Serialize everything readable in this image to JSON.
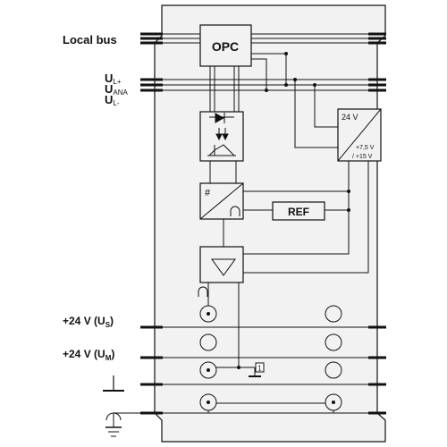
{
  "labels": {
    "local_bus": "Local bus",
    "u": "U",
    "ul_plus_sub": "L+",
    "uana_sub": "ANA",
    "ul_minus_sub": "L-",
    "us_prefix": "+24 V (U",
    "us_sub": "S",
    "us_suffix": ")",
    "um_prefix": "+24 V (U",
    "um_sub": "M",
    "um_suffix": ")"
  },
  "blocks": {
    "opc": "OPC",
    "ref": "REF",
    "ps_top": "24 V",
    "ps_mid": "+7,5 V",
    "ps_bot": "/ +15 V",
    "adc_hash": "#",
    "note_num": "1"
  },
  "colors": {
    "line": "#111111",
    "housing": "#f2f2f2"
  }
}
